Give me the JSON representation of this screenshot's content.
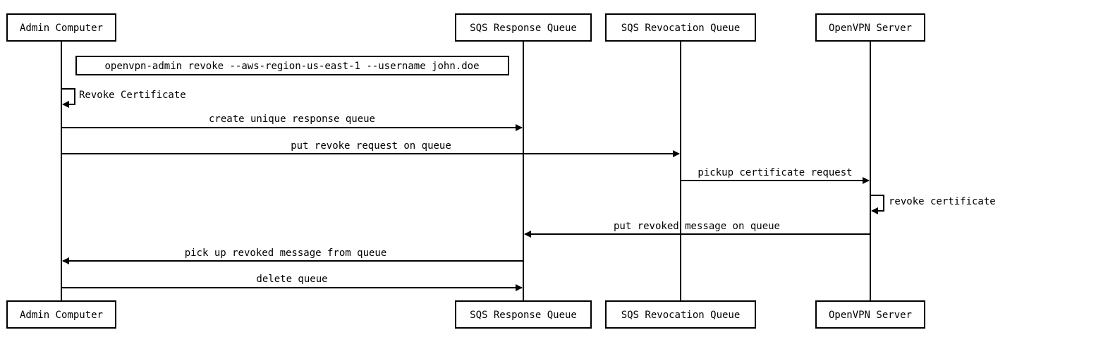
{
  "participants": [
    {
      "label": "Admin Computer"
    },
    {
      "label": "SQS Response Queue"
    },
    {
      "label": "SQS Revocation Queue"
    },
    {
      "label": "OpenVPN Server"
    }
  ],
  "note": {
    "text": "openvpn-admin revoke --aws-region-us-east-1 --username john.doe"
  },
  "messages": [
    {
      "from": "Admin Computer",
      "to": "Admin Computer",
      "label": "Revoke Certificate"
    },
    {
      "from": "Admin Computer",
      "to": "SQS Response Queue",
      "label": "create unique response queue"
    },
    {
      "from": "Admin Computer",
      "to": "SQS Revocation Queue",
      "label": "put revoke request on queue"
    },
    {
      "from": "SQS Revocation Queue",
      "to": "OpenVPN Server",
      "label": "pickup certificate request"
    },
    {
      "from": "OpenVPN Server",
      "to": "OpenVPN Server",
      "label": "revoke certificate"
    },
    {
      "from": "OpenVPN Server",
      "to": "SQS Response Queue",
      "label": "put revoked message on queue"
    },
    {
      "from": "SQS Response Queue",
      "to": "Admin Computer",
      "label": "pick up revoked message from queue"
    },
    {
      "from": "Admin Computer",
      "to": "SQS Response Queue",
      "label": "delete queue"
    }
  ]
}
